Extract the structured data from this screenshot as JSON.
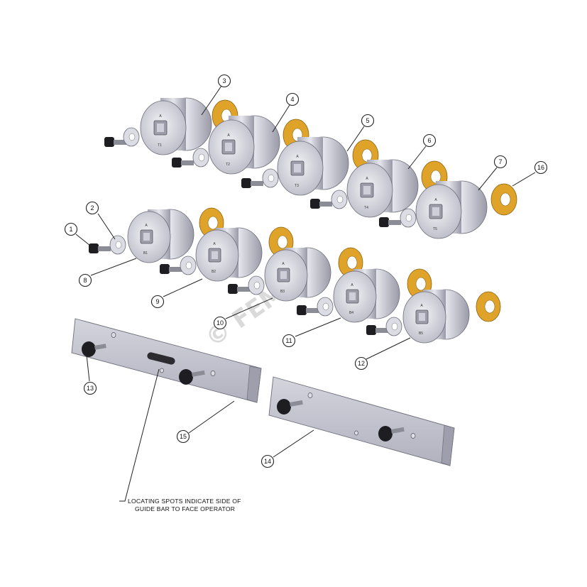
{
  "diagram": {
    "callouts": [
      "1",
      "2",
      "3",
      "4",
      "5",
      "6",
      "7",
      "8",
      "9",
      "10",
      "11",
      "12",
      "13",
      "14",
      "15",
      "16"
    ],
    "top_row_face_labels": [
      "T1",
      "T2",
      "T3",
      "T4",
      "T5"
    ],
    "bottom_row_face_labels": [
      "B1",
      "B2",
      "B3",
      "B4",
      "B5"
    ],
    "face_mark": "A",
    "note_line1": "LOCATING SPOTS INDICATE SIDE OF",
    "note_line2": "GUIDE BAR TO FACE OPERATOR",
    "watermark": "© FEMUG",
    "colors": {
      "washer_gold": "#e0a32a",
      "roller_gray": "#c9c9d4",
      "plate_gray": "#bdbdc8",
      "bolt_black": "#1e1e22"
    }
  }
}
